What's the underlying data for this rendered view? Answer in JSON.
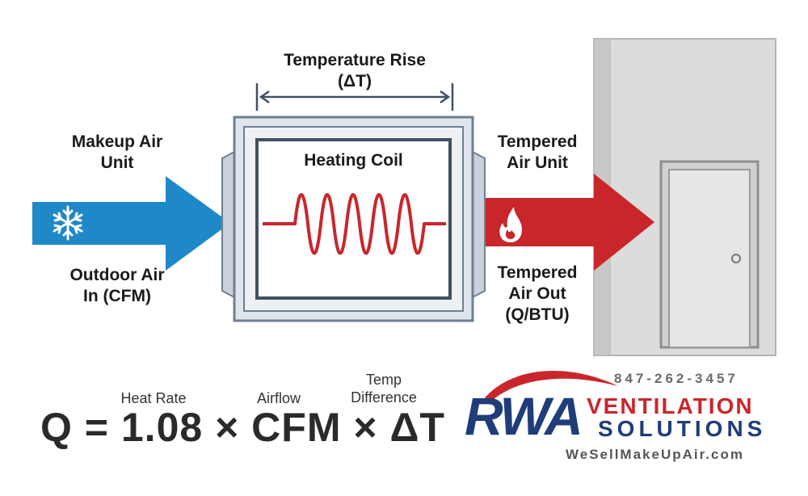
{
  "labels": {
    "temp_rise_line1": "Temperature Rise",
    "temp_rise_line2": "(ΔT)",
    "makeup_line1": "Makeup Air",
    "makeup_line2": "Unit",
    "outdoor_line1": "Outdoor Air",
    "outdoor_line2": "In (CFM)",
    "heating_coil": "Heating Coil",
    "tempered_unit_line1": "Tempered",
    "tempered_unit_line2": "Air Unit",
    "tempered_out_line1": "Tempered",
    "tempered_out_line2": "Air Out",
    "tempered_out_line3": "(Q/BTU)"
  },
  "formula": {
    "text": "Q = 1.08 × CFM × ΔT",
    "heat_rate": "Heat Rate",
    "airflow": "Airflow",
    "temp_line1": "Temp",
    "temp_line2": "Difference"
  },
  "brand": {
    "phone": "847-262-3457",
    "logo_text": "RWA",
    "ventilation": "VENTILATION",
    "solutions": "SOLUTIONS",
    "website": "WeSellMakeUpAir.com"
  },
  "colors": {
    "cold": "#1e88c9",
    "hot": "#c9262b",
    "navy": "#1f3d7a",
    "wall": "#d6d6d6"
  },
  "icons": {
    "cold_arrow": "snowflake-icon",
    "hot_arrow": "flame-icon",
    "door": "door-icon"
  }
}
